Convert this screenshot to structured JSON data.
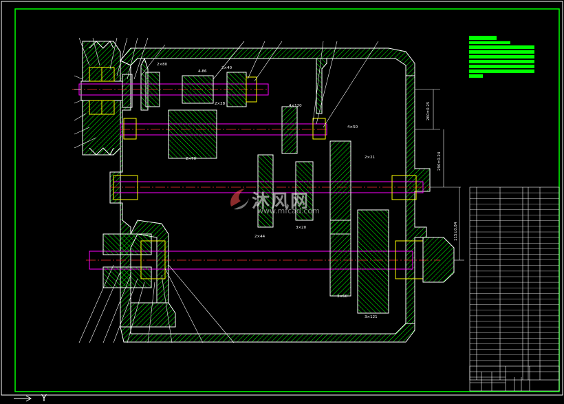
{
  "watermark": {
    "text": "沐风网",
    "url": "www.mfcad.com"
  },
  "ucs": {
    "y_label": "Y"
  },
  "dimensions": {
    "d1": "2×80",
    "d2": "4-86",
    "d3": "2×40",
    "d4": "2×28",
    "d5": "4×120",
    "d6": "260±0.25",
    "d7": "290±0.24",
    "d8": "115±0.84",
    "d9": "4×50",
    "d10": "2×21",
    "d11": "3×20",
    "d12": "2×44",
    "d13": "3×60",
    "d14": "3×121",
    "d15": "2×70"
  },
  "colors": {
    "background": "#000000",
    "frame": "#00ff00",
    "outline": "#ffffff",
    "hatch": "#00ff00",
    "centerline": "#ff3030",
    "shaft": "#ff00ff",
    "leader": "#ffffff",
    "table": "#ffffff",
    "accent_yellow": "#ffff00"
  }
}
